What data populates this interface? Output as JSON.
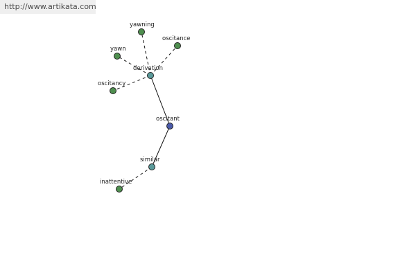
{
  "watermark": "http://www.artikata.com",
  "colors": {
    "center": "#4a5aa8",
    "hub": "#5b9a9a",
    "leaf": "#4f8f4f",
    "edge": "#111111",
    "node_stroke": "#222222"
  },
  "graph": {
    "nodes": [
      {
        "id": "oscitant",
        "label": "oscitant",
        "kind": "center"
      },
      {
        "id": "derivation",
        "label": "derivation",
        "kind": "hub"
      },
      {
        "id": "similar",
        "label": "similar",
        "kind": "hub"
      },
      {
        "id": "yawning",
        "label": "yawning",
        "kind": "leaf"
      },
      {
        "id": "oscitance",
        "label": "oscitance",
        "kind": "leaf"
      },
      {
        "id": "yawn",
        "label": "yawn",
        "kind": "leaf"
      },
      {
        "id": "oscitancy",
        "label": "oscitancy",
        "kind": "leaf"
      },
      {
        "id": "inattentive",
        "label": "inattentive",
        "kind": "leaf"
      }
    ],
    "edges": [
      {
        "from": "oscitant",
        "to": "derivation",
        "style": "solid"
      },
      {
        "from": "oscitant",
        "to": "similar",
        "style": "solid"
      },
      {
        "from": "derivation",
        "to": "yawning",
        "style": "dashed"
      },
      {
        "from": "derivation",
        "to": "oscitance",
        "style": "dashed"
      },
      {
        "from": "derivation",
        "to": "yawn",
        "style": "dashed"
      },
      {
        "from": "derivation",
        "to": "oscitancy",
        "style": "dashed"
      },
      {
        "from": "similar",
        "to": "inattentive",
        "style": "dashed"
      }
    ]
  }
}
